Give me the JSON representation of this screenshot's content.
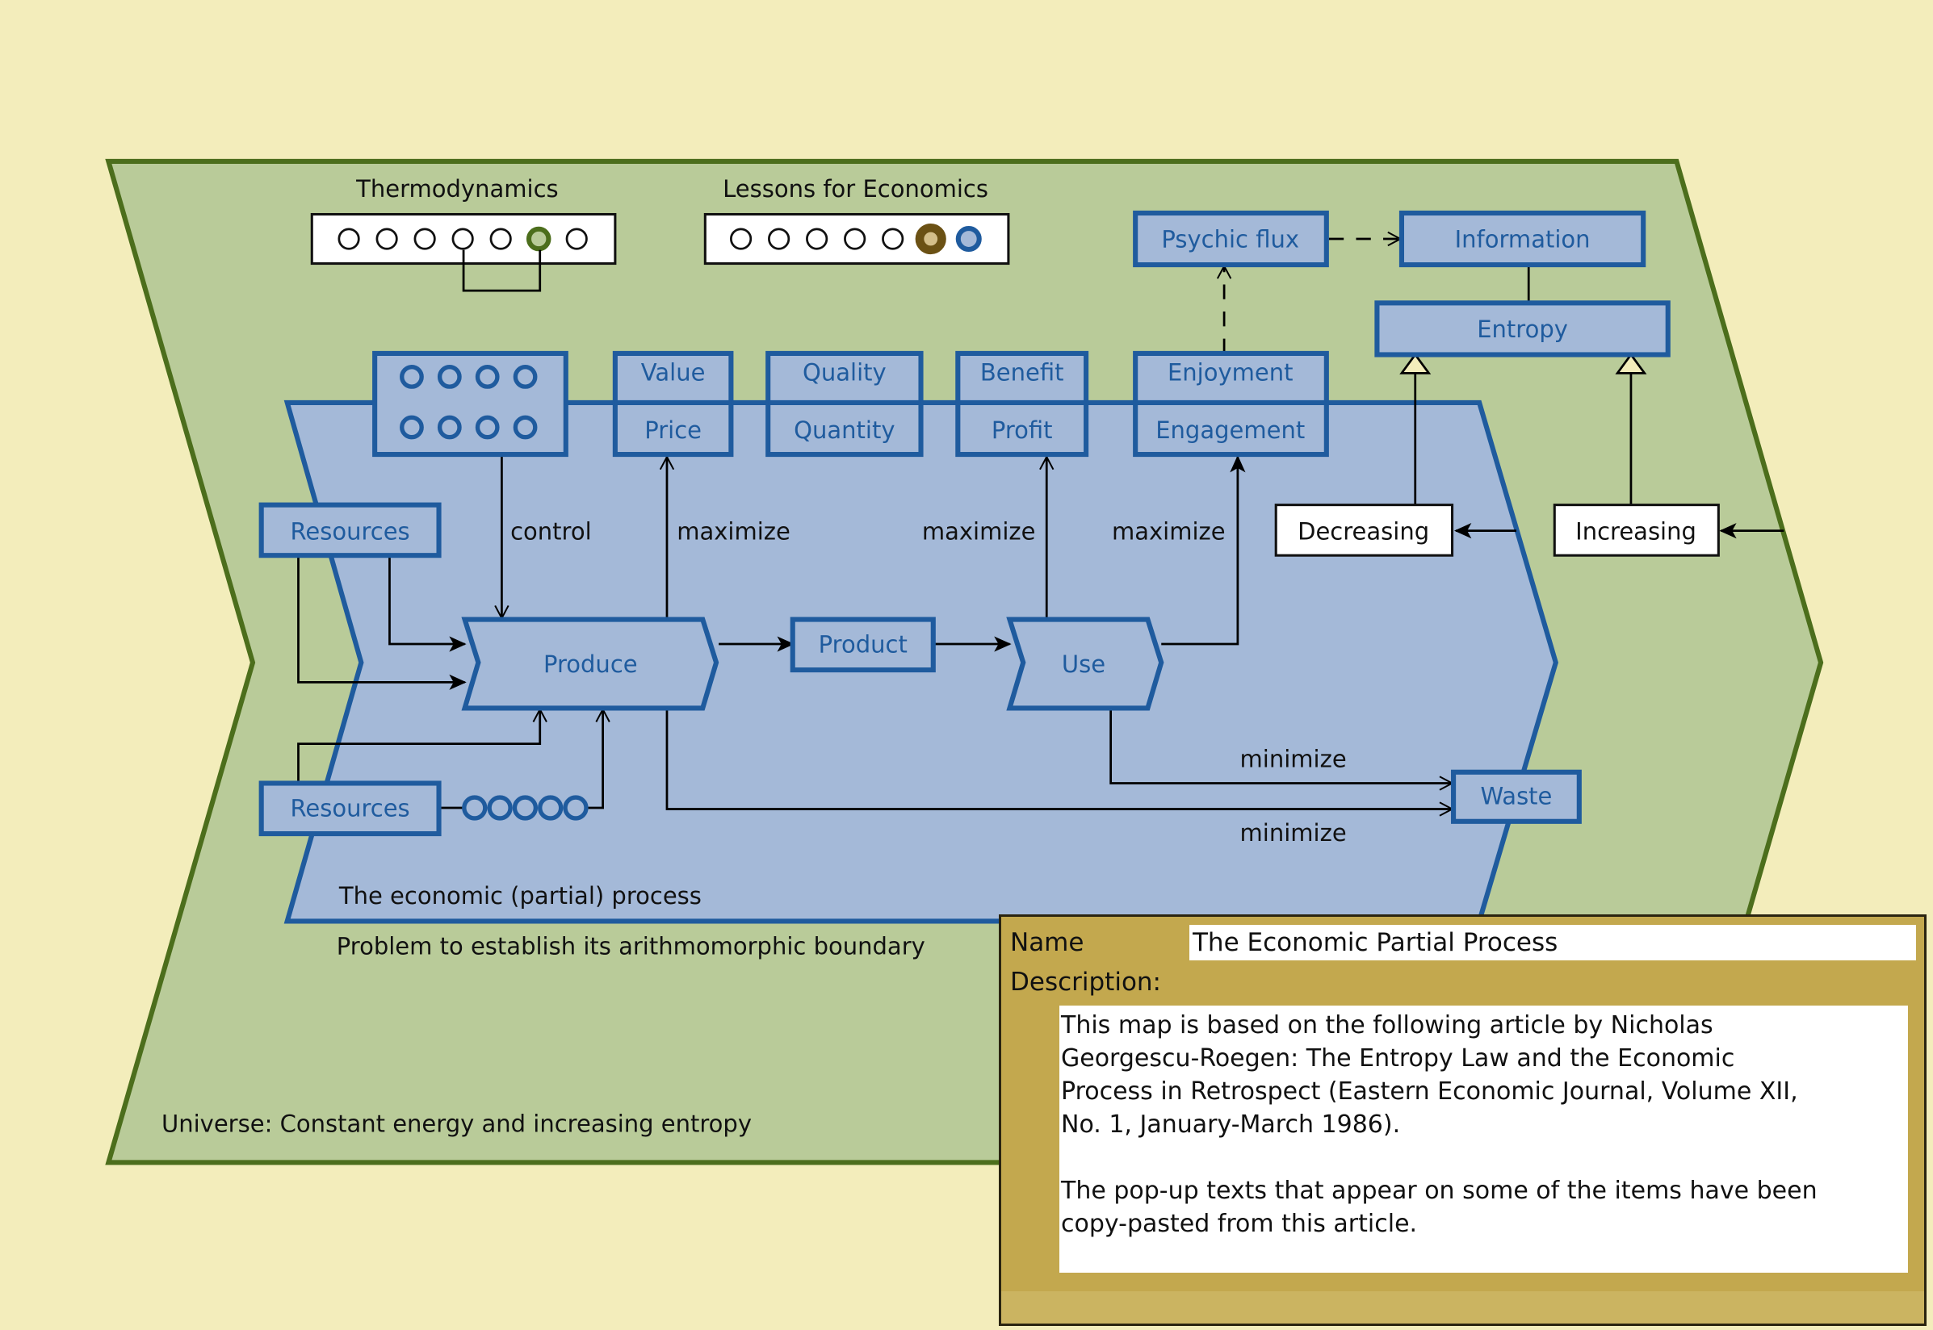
{
  "colors": {
    "background": "#f3edbb",
    "universe_fill": "#b9cb99",
    "universe_stroke": "#4c6e1c",
    "process_fill": "#a4b9d8",
    "process_stroke": "#1f5b9e",
    "panel_fill": "#c3a84e"
  },
  "universe": {
    "label": "Universe: Constant energy and increasing entropy"
  },
  "process": {
    "label": "The economic (partial) process",
    "boundary_note": "Problem to establish its arithmomorphic boundary"
  },
  "legends": {
    "thermodynamics": {
      "title": "Thermodynamics",
      "dot_count": 7,
      "highlighted_index": 5
    },
    "lessons": {
      "title": "Lessons for Economics",
      "dot_count": 7,
      "highlighted_indices": [
        5,
        6
      ]
    }
  },
  "nodes": {
    "controls_box": {
      "label": "",
      "icon": "ring-grid-icon"
    },
    "value": "Value",
    "price": "Price",
    "quality": "Quality",
    "quantity": "Quantity",
    "benefit": "Benefit",
    "profit": "Profit",
    "enjoyment": "Enjoyment",
    "engagement": "Engagement",
    "psychic_flux": "Psychic flux",
    "information": "Information",
    "entropy": "Entropy",
    "decreasing": "Decreasing",
    "increasing": "Increasing",
    "resources_top": "Resources",
    "resources_bottom": "Resources",
    "produce": "Produce",
    "product": "Product",
    "use": "Use",
    "waste": "Waste"
  },
  "edge_labels": {
    "control": "control",
    "maximize_price": "maximize",
    "maximize_profit": "maximize",
    "maximize_engagement": "maximize",
    "minimize_use": "minimize",
    "minimize_produce": "minimize"
  },
  "panel": {
    "name_label": "Name",
    "name_value": "The Economic Partial Process",
    "description_label": "Description:",
    "description_text": "This map is based on the following article by Nicholas\nGeorgescu-Roegen: The Entropy Law and the Economic\nProcess in Retrospect (Eastern Economic Journal, Volume XII,\nNo. 1, January-March 1986).\n\nThe pop-up texts that appear on some of the items have been\ncopy-pasted from this article."
  }
}
